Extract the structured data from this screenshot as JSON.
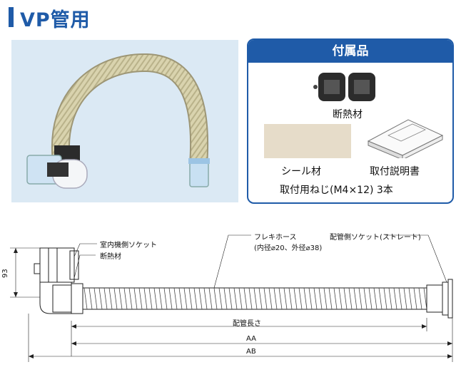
{
  "header": {
    "title": "VP管用"
  },
  "accessories": {
    "heading": "付属品",
    "insulation": "断熱材",
    "seal": "シール材",
    "manual": "取付説明書",
    "screws": "取付用ねじ(M4×12) 3本"
  },
  "diagram": {
    "indoor_socket": "室内機側ソケット",
    "insulation": "断熱材",
    "flex_hose": "フレキホース",
    "hose_spec": "(内径⌀20、外径⌀38)",
    "pipe_socket": "配管側ソケット(ストレート)",
    "dim_93": "93",
    "pipe_length": "配管長さ",
    "dim_aa": "AA",
    "dim_ab": "AB"
  },
  "colors": {
    "brand": "#1f5ba8",
    "photo_bg": "#dbe9f4",
    "hose": "#d9d3ae"
  }
}
